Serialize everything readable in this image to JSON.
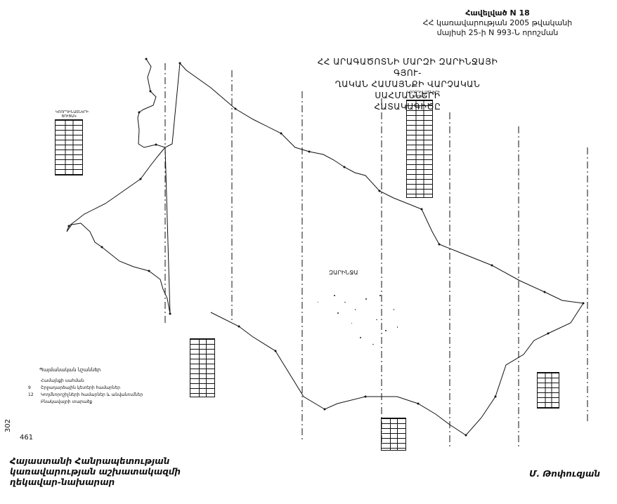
{
  "header": {
    "line1": "Հավելված N  18",
    "line2": "ՀՀ կառավարության 2005 թվականի",
    "line3": "մայիսի 25-ի N 993-Ն որոշման"
  },
  "title": {
    "line1": "ՀՀ ԱՐԱԳԱԾՈՏՆԻ ՄԱՐԶԻ ԶԱՐԻՆՋԱՅԻ ԳՅՈՒ-",
    "line2": "ՂԱԿԱՆ ՀԱՄԱՅՆՔԻ ՎԱՐՉԱԿԱՆ ՍԱՀՄԱՆՆԵՐԻ",
    "line3": "ՀԱՏԱԿԱԳԻԾԸ"
  },
  "map": {
    "settlement_label": "ԶԱՐԻՆՋԱ",
    "left_table_caption": "ԿՈՈՐԴԻՆԱՏՆԵՐԻ ՑՈՒՑԱԿ",
    "top_table_caption": "ԿՈՈՐԴԻՆԱՏՆԵՐԻ ՑՈՒՑԱԿ"
  },
  "legend": {
    "title": "Պայմանական նշաններ",
    "items": [
      {
        "symbol": "",
        "label": "Համայնքի սահման"
      },
      {
        "symbol": "9",
        "label": "Շրջադարձային կետերի համարներ"
      },
      {
        "symbol": "12",
        "label": "Կողմնորոշիչների համարներ և անվանումներ"
      },
      {
        "symbol": "",
        "label": "Բնակավայրի տարածք"
      }
    ]
  },
  "margin": {
    "left_vertical": "302",
    "left_number": "461"
  },
  "footer": {
    "left_line1": "Հայաստանի Հանրապետության",
    "left_line2": "կառավարության աշխատակազմի",
    "left_line3": "ղեկավար-նախարար",
    "right": "Մ. Թոփուզյան"
  }
}
